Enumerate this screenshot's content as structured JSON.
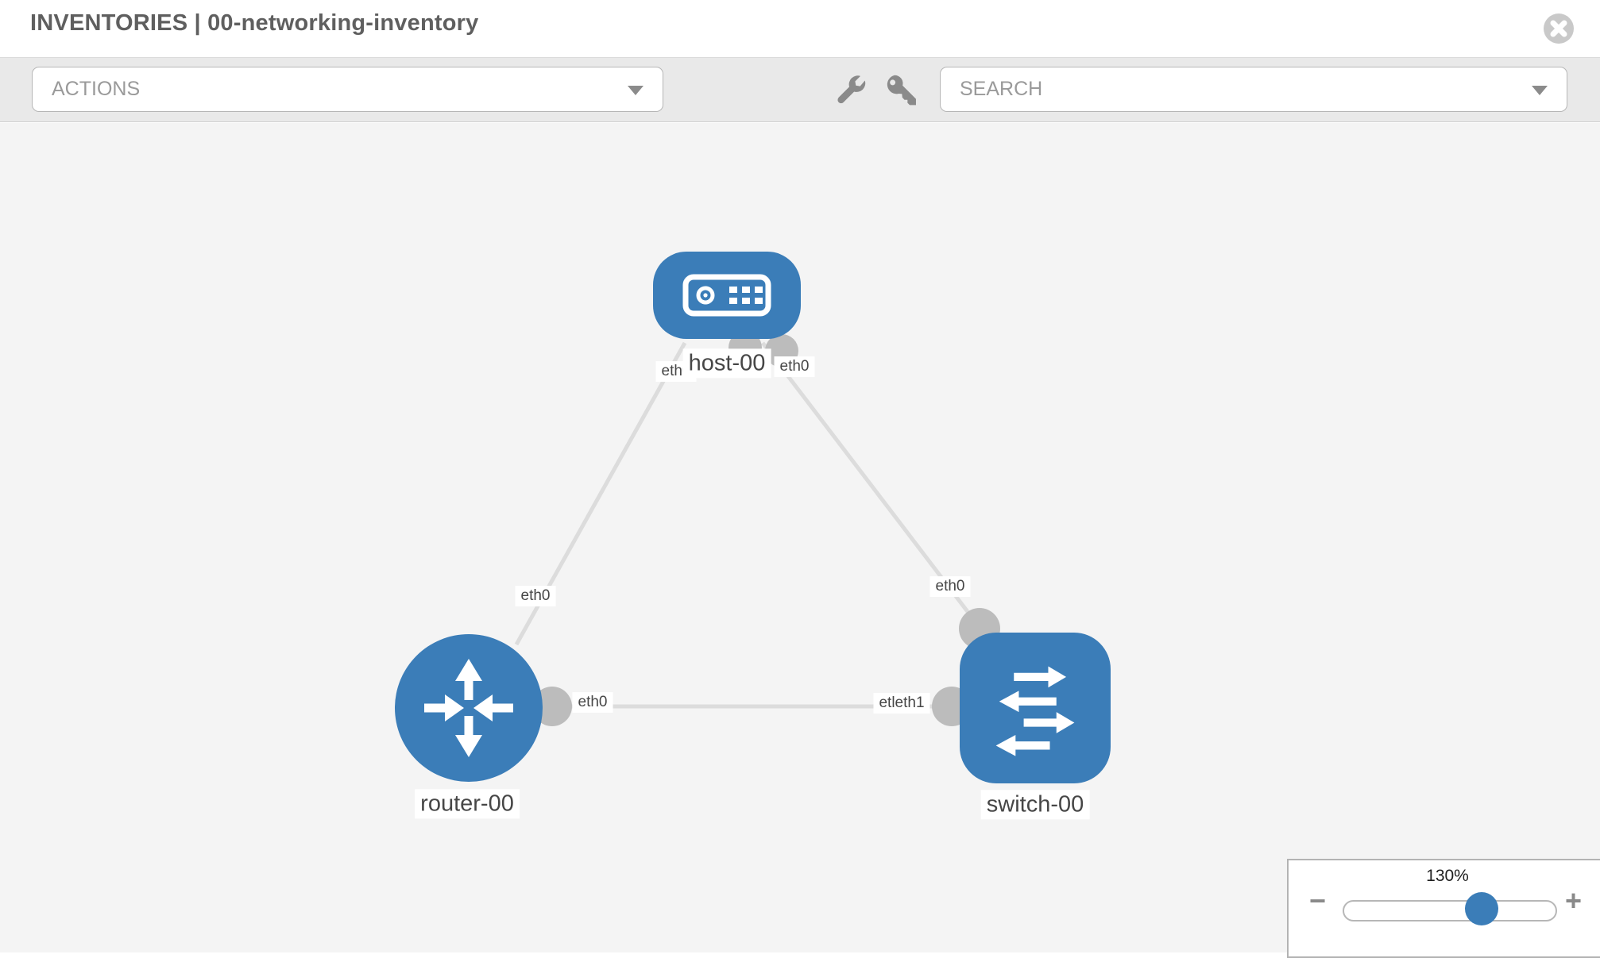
{
  "header": {
    "title": "INVENTORIES | 00-networking-inventory",
    "close_icon": "close-icon"
  },
  "toolbar": {
    "actions_label": "ACTIONS",
    "search_label": "SEARCH",
    "icons": [
      "wrench-icon",
      "key-icon"
    ],
    "caret_icon": "chevron-down-icon"
  },
  "colors": {
    "node_blue": "#3b7db8",
    "link_gray": "#dcdcdc",
    "interface_dot_gray": "#bcbcbc",
    "toolbar_bg": "#e9e9e9",
    "canvas_bg": "#f4f4f4"
  },
  "topology": {
    "nodes": [
      {
        "id": "host-00",
        "type": "host",
        "label": "host-00"
      },
      {
        "id": "router-00",
        "type": "router",
        "label": "router-00"
      },
      {
        "id": "switch-00",
        "type": "switch",
        "label": "switch-00"
      }
    ],
    "links": [
      {
        "from": "host-00",
        "to": "router-00",
        "labels": [
          "eth0",
          "eth0"
        ]
      },
      {
        "from": "host-00",
        "to": "switch-00",
        "labels": [
          "eth0",
          "eth0"
        ]
      },
      {
        "from": "router-00",
        "to": "switch-00",
        "labels": [
          "eth0",
          "etleth1"
        ]
      }
    ],
    "iface_labels": {
      "host_left": "eth0",
      "host_right": "eth0",
      "host_router_mid": "eth0",
      "host_switch_mid": "eth0",
      "router_switch_left": "eth0",
      "router_switch_right": "etleth1"
    }
  },
  "zoom_control": {
    "value": "130%",
    "minus_label": "−",
    "plus_label": "+"
  }
}
